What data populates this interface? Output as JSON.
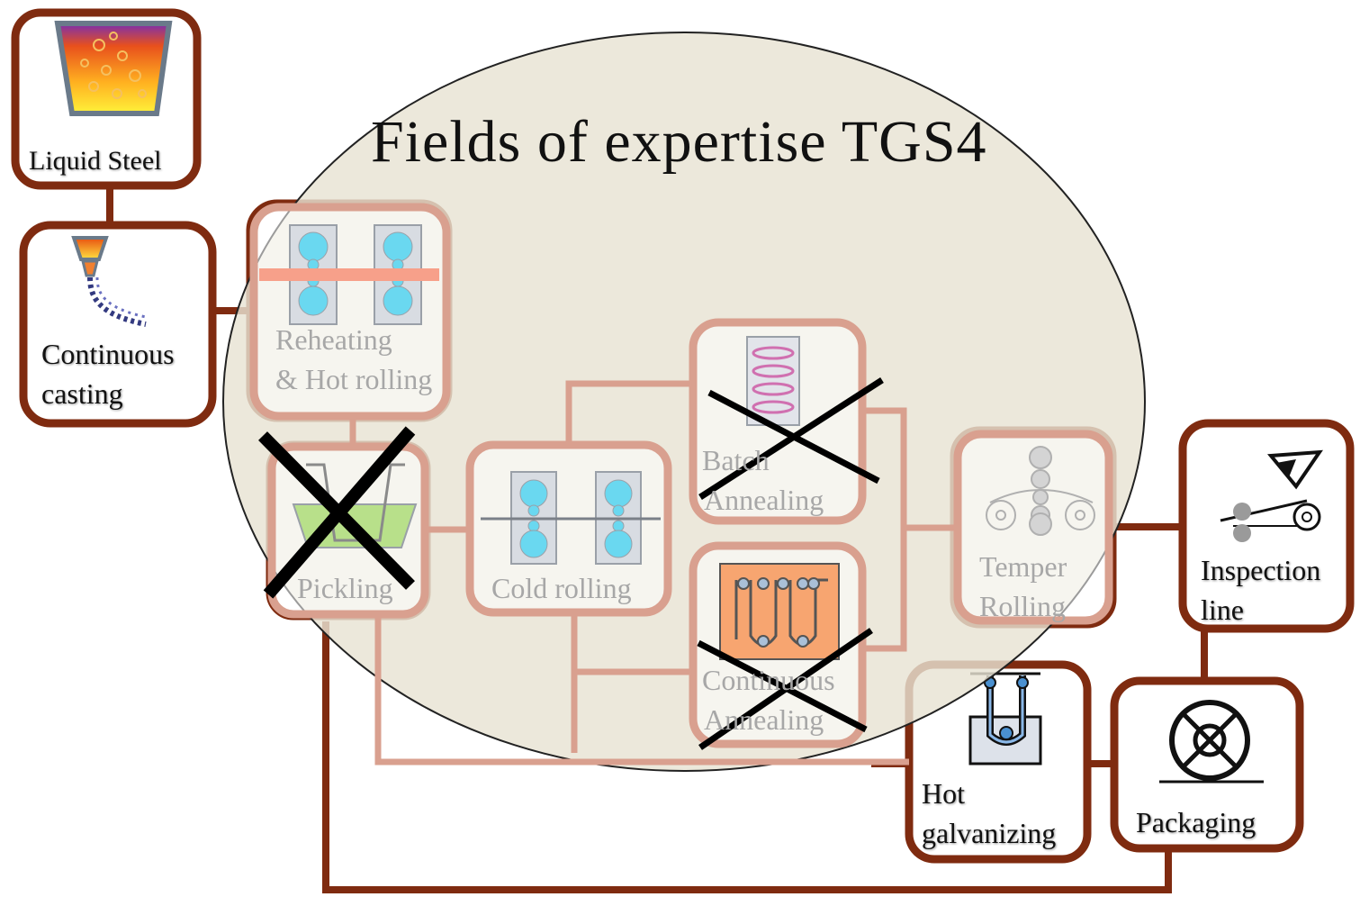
{
  "title": "Fields of expertise TGS4",
  "colors": {
    "box_border": "#7f2b10",
    "faded_border": "#d9a08f",
    "ellipse_fill": "#e8e3d3",
    "cross": "#000000"
  },
  "steps": {
    "liquid_steel": {
      "label": "Liquid Steel",
      "in_scope": false,
      "crossed": false
    },
    "continuous_casting": {
      "label_line1": "Continuous",
      "label_line2": "casting",
      "in_scope": false,
      "crossed": false
    },
    "hot_rolling": {
      "label_line1": "Reheating",
      "label_line2": "& Hot rolling",
      "in_scope": true,
      "crossed": false
    },
    "pickling": {
      "label": "Pickling",
      "in_scope": true,
      "crossed": true
    },
    "cold_rolling": {
      "label": "Cold rolling",
      "in_scope": true,
      "crossed": false
    },
    "batch_annealing": {
      "label_line1": "Batch",
      "label_line2": "Annealing",
      "in_scope": true,
      "crossed": true
    },
    "continuous_annealing": {
      "label_line1": "Continuous",
      "label_line2": "Annealing",
      "in_scope": true,
      "crossed": true
    },
    "temper_rolling": {
      "label_line1": "Temper",
      "label_line2": "Rolling",
      "in_scope": true,
      "crossed": false
    },
    "inspection_line": {
      "label_line1": "Inspection",
      "label_line2": "line",
      "in_scope": false,
      "crossed": false
    },
    "hot_galvanizing": {
      "label_line1": "Hot",
      "label_line2": "galvanizing",
      "in_scope": false,
      "crossed": false
    },
    "packaging": {
      "label": "Packaging",
      "in_scope": false,
      "crossed": false
    }
  }
}
